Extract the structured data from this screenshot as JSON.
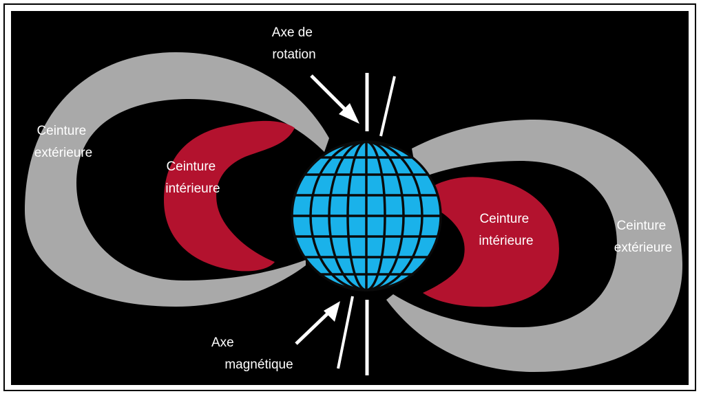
{
  "labels": {
    "rotation_axis": [
      "Axe de",
      "rotation"
    ],
    "outer_belt_left": [
      "Ceinture",
      "extérieure"
    ],
    "inner_belt_left": [
      "Ceinture",
      "intérieure"
    ],
    "inner_belt_right": [
      "Ceinture",
      "intérieure"
    ],
    "outer_belt_right": [
      "Ceinture",
      "extérieure"
    ],
    "magnetic_axis": [
      "Axe",
      "magnétique"
    ]
  },
  "colors": {
    "background": "#000000",
    "earth": "#1ab2ea",
    "grid": "#0a0a0a",
    "outer_belt": "#a9a9a9",
    "inner_belt": "#b3122e",
    "axes": "#ffffff",
    "text": "#ffffff"
  }
}
